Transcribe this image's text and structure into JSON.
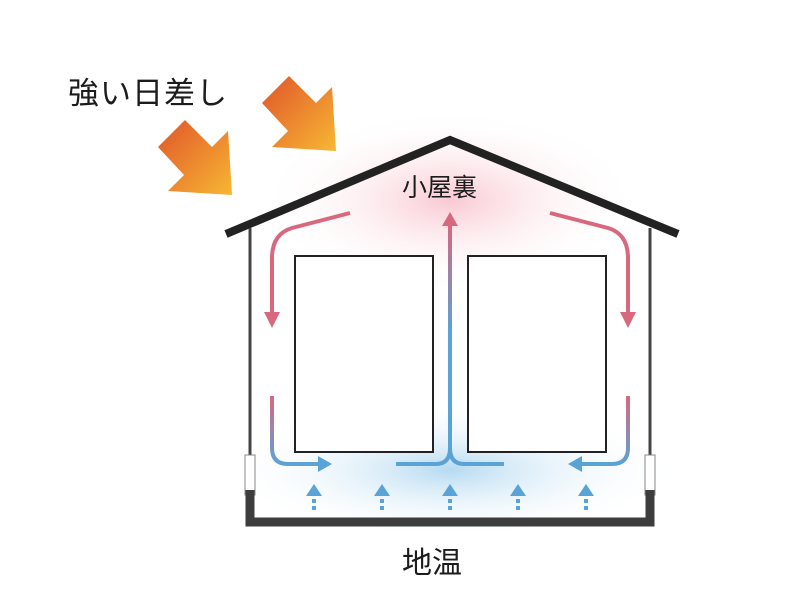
{
  "labels": {
    "sunlight": "強い日差し",
    "attic": "小屋裏",
    "ground_temperature": "地温"
  },
  "colors": {
    "warm_air": "#d8687e",
    "cool_air": "#5aa3d6",
    "sun_arrow_start": "#e0552a",
    "sun_arrow_end": "#f7b733",
    "structure": "#333333",
    "attic_glow": "#fbd3d9",
    "ground_glow": "#cfe7f5"
  }
}
